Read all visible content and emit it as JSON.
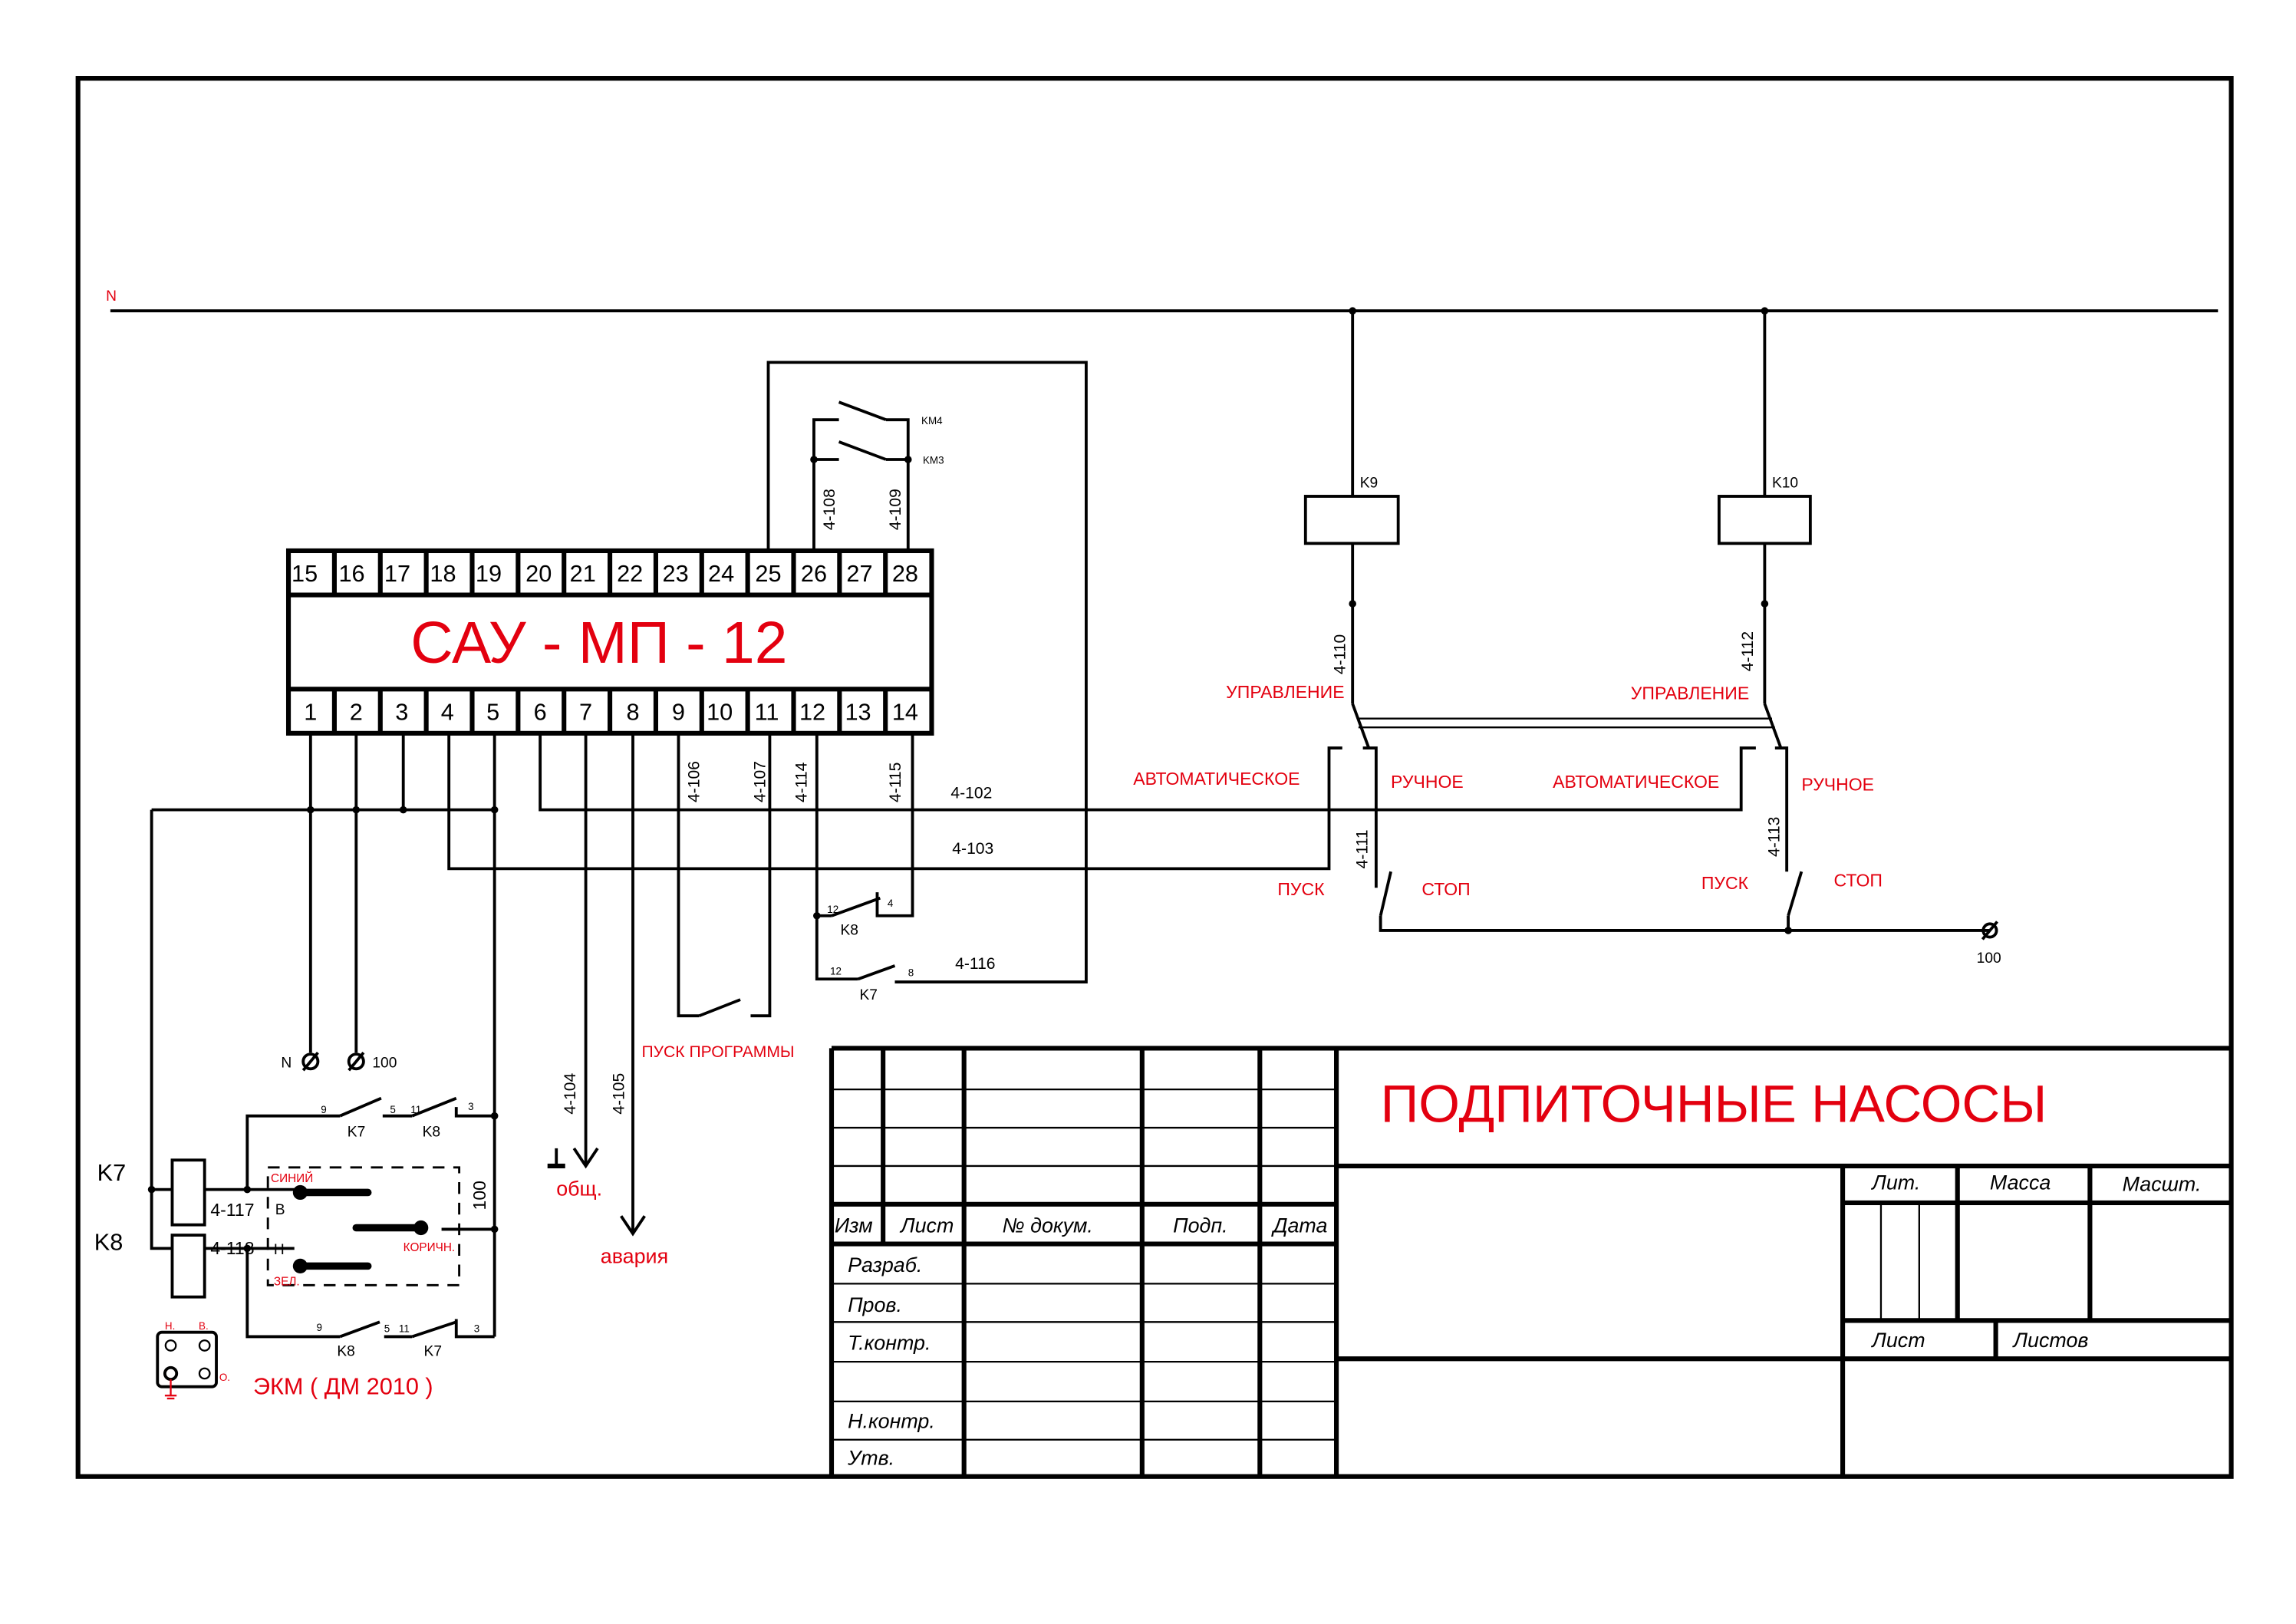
{
  "bus_label": "N",
  "module": {
    "title": "САУ - МП - 12",
    "top_terminals": [
      "15",
      "16",
      "17",
      "18",
      "19",
      "20",
      "21",
      "22",
      "23",
      "24",
      "25",
      "26",
      "27",
      "28"
    ],
    "bottom_terminals": [
      "1",
      "2",
      "3",
      "4",
      "5",
      "6",
      "7",
      "8",
      "9",
      "10",
      "11",
      "12",
      "13",
      "14"
    ]
  },
  "wires": {
    "w108": "4-108",
    "w109": "4-109",
    "km4": "KM4",
    "km3": "KM3",
    "w106": "4-106",
    "w107": "4-107",
    "w114": "4-114",
    "w115": "4-115",
    "w102": "4-102",
    "w103": "4-103",
    "w116": "4-116",
    "w104": "4-104",
    "w105": "4-105",
    "w110": "4-110",
    "w111": "4-111",
    "w112": "4-112",
    "w113": "4-113",
    "w117": "4-117",
    "w118": "4-118",
    "w100": "100"
  },
  "contacts": {
    "k8_a": {
      "label": "K8",
      "pin1": "12",
      "pin2": "4"
    },
    "k7_a": {
      "label": "K7",
      "pin1": "12",
      "pin2": "8"
    },
    "upper_row": {
      "k7": "K7",
      "k8": "K8",
      "p9": "9",
      "p5": "5",
      "p11": "11",
      "p3": "3"
    },
    "lower_row": {
      "k8": "K8",
      "k7": "K7",
      "p9": "9",
      "p5": "5",
      "p11": "11",
      "p3": "3"
    }
  },
  "terminals": {
    "n": "N",
    "t100": "100",
    "t100_right": "100"
  },
  "labels": {
    "pusk_programmy": "ПУСК ПРОГРАММЫ",
    "obsch": "общ.",
    "avariya": "авария",
    "k7_coil": "K7",
    "k8_coil": "K8",
    "k9": "K9",
    "k10": "K10",
    "upr1": "УПРАВЛЕНИЕ",
    "upr2": "УПРАВЛЕНИЕ",
    "auto1": "АВТОМАТИЧЕСКОЕ",
    "auto2": "АВТОМАТИЧЕСКОЕ",
    "man1": "РУЧНОЕ",
    "man2": "РУЧНОЕ",
    "start1": "ПУСК",
    "start2": "ПУСК",
    "stop1": "СТОП",
    "stop2": "СТОП"
  },
  "ekm": {
    "title": "ЭКМ ( ДМ 2010 )",
    "blue": "СИНИЙ",
    "green": "ЗЕЛ.",
    "brown": "КОРИЧН.",
    "upper": "В",
    "lower": "Н",
    "pin_h": "Н.",
    "pin_v": "В.",
    "pin_o": "О."
  },
  "title_block": {
    "title": "ПОДПИТОЧНЫЕ НАСОСЫ",
    "header": [
      "Изм",
      "Лист",
      "№ докум.",
      "Подп.",
      "Дата"
    ],
    "roles": [
      "Разраб.",
      "Пров.",
      "Т.контр.",
      "",
      "Н.контр.",
      "Утв."
    ],
    "lit": "Лит.",
    "mass": "Масса",
    "scale": "Масшт.",
    "sheet": "Лист",
    "sheets": "Листов"
  },
  "colors": {
    "accent_red": "#e3000f",
    "line": "#000000"
  }
}
